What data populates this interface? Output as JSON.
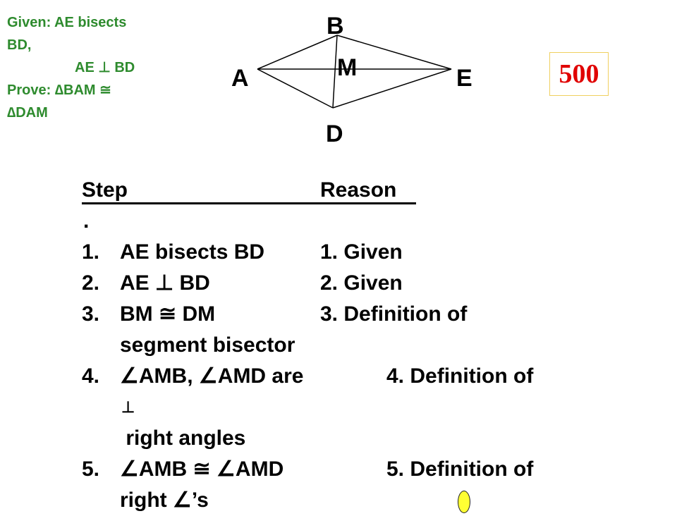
{
  "given": {
    "line1": "Given:  AE bisects",
    "line2": "BD,",
    "line3": "AE ⊥ BD",
    "line4": "Prove:  ∆BAM  ≅",
    "line5": "∆DAM"
  },
  "diagram": {
    "labels": {
      "A": "A",
      "B": "B",
      "D": "D",
      "E": "E",
      "M": "M"
    }
  },
  "score": "500",
  "proof": {
    "header_step": "Step",
    "header_reason": "Reason",
    "header_dot": ".",
    "rows": [
      {
        "num": "1.",
        "statement": "AE bisects BD",
        "reason": "1.  Given"
      },
      {
        "num": "2.",
        "statement": "AE  ⊥  BD",
        "reason": "2.  Given"
      },
      {
        "num": "3.",
        "statement": "BM  ≅  DM",
        "reason": "3.  Definition of"
      },
      {
        "statement": "segment bisector"
      },
      {
        "num": "4.",
        "statement": "∠AMB, ∠AMD are",
        "reason": "4.  Definition of"
      },
      {
        "statement": "⊥"
      },
      {
        "statement": " right angles"
      },
      {
        "num": "5.",
        "statement": "∠AMB  ≅  ∠AMD",
        "reason": "5.  Definition of"
      },
      {
        "statement": "right  ∠’s"
      }
    ]
  }
}
